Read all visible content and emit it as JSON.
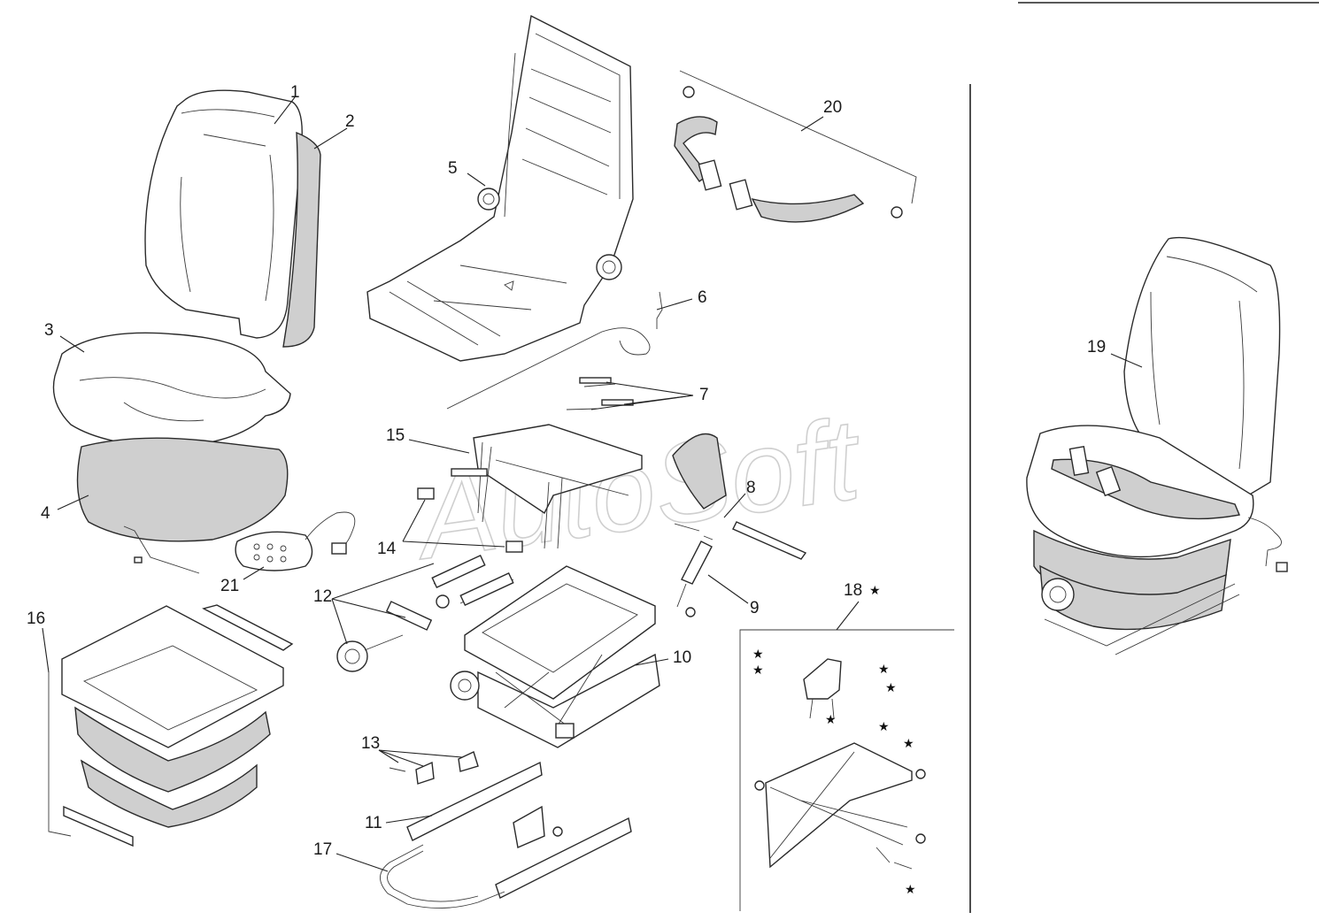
{
  "watermark": "AutoSoft",
  "legend_mark": "★",
  "callouts": [
    {
      "id": "1",
      "text": "1"
    },
    {
      "id": "2",
      "text": "2"
    },
    {
      "id": "3",
      "text": "3"
    },
    {
      "id": "4",
      "text": "4"
    },
    {
      "id": "5",
      "text": "5"
    },
    {
      "id": "6",
      "text": "6"
    },
    {
      "id": "7",
      "text": "7"
    },
    {
      "id": "8",
      "text": "8"
    },
    {
      "id": "9",
      "text": "9"
    },
    {
      "id": "10",
      "text": "10"
    },
    {
      "id": "11",
      "text": "11"
    },
    {
      "id": "12",
      "text": "12"
    },
    {
      "id": "13",
      "text": "13"
    },
    {
      "id": "14",
      "text": "14"
    },
    {
      "id": "15",
      "text": "15"
    },
    {
      "id": "16",
      "text": "16"
    },
    {
      "id": "17",
      "text": "17"
    },
    {
      "id": "18",
      "text": "18"
    },
    {
      "id": "19",
      "text": "19"
    },
    {
      "id": "20",
      "text": "20"
    },
    {
      "id": "21",
      "text": "21"
    }
  ],
  "colors": {
    "line": "#2a2a2a",
    "shade": "#cfcfcf",
    "watermark": "#cfcfcf"
  }
}
